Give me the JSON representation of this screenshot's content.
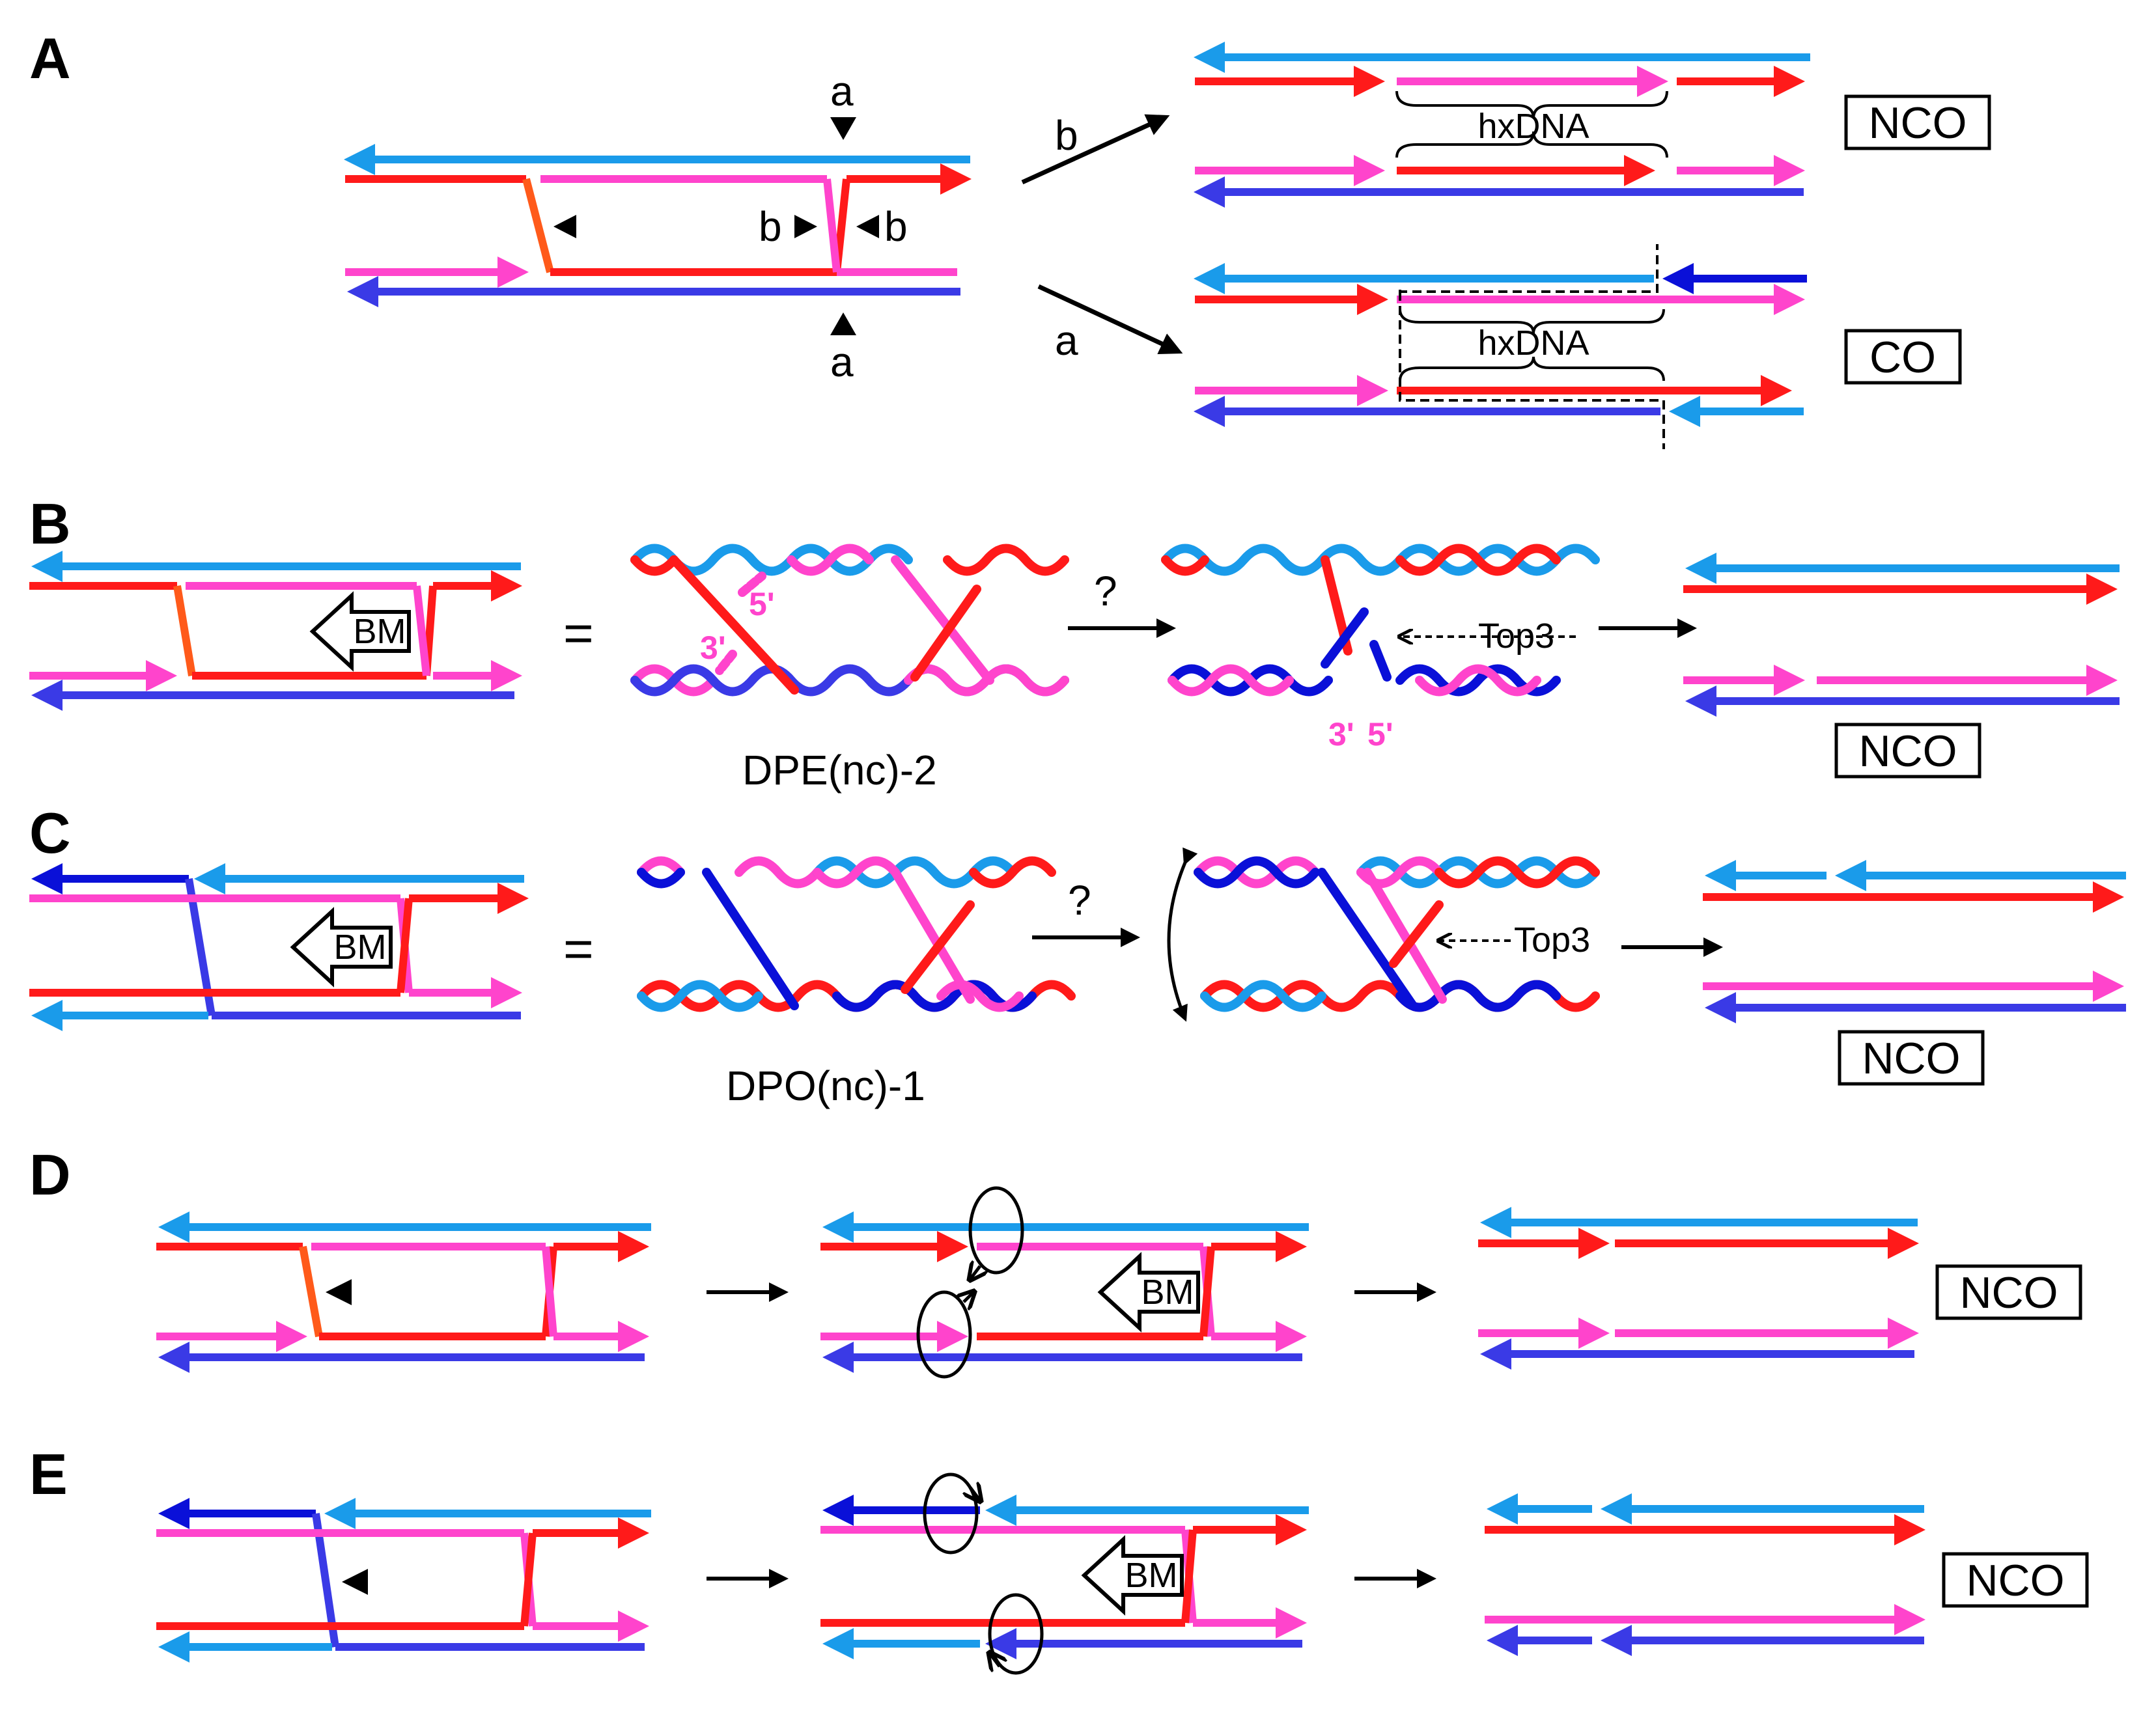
{
  "colors": {
    "light_blue": "#1a9bea",
    "red": "#ff1a1a",
    "magenta": "#ff44cc",
    "dark_blue": "#3a3ae6",
    "navy": "#0a10d8",
    "orange_red": "#ff5a1a",
    "black": "#000000"
  },
  "panels": {
    "A": {
      "label": "A",
      "cut_a": "a",
      "cut_b": "b",
      "path_b": "b",
      "path_a": "a",
      "hxdna": "hxDNA",
      "outcome_top": "NCO",
      "outcome_bottom": "CO"
    },
    "B": {
      "label": "B",
      "equals": "=",
      "bm": "BM",
      "question": "?",
      "structure_name": "DPE(nc)-2",
      "end_5": "5'",
      "end_3": "3'",
      "enzyme": "Top3",
      "outcome": "NCO"
    },
    "C": {
      "label": "C",
      "equals": "=",
      "bm": "BM",
      "question": "?",
      "structure_name": "DPO(nc)-1",
      "enzyme": "Top3",
      "outcome": "NCO"
    },
    "D": {
      "label": "D",
      "bm": "BM",
      "outcome": "NCO"
    },
    "E": {
      "label": "E",
      "bm": "BM",
      "outcome": "NCO"
    }
  }
}
